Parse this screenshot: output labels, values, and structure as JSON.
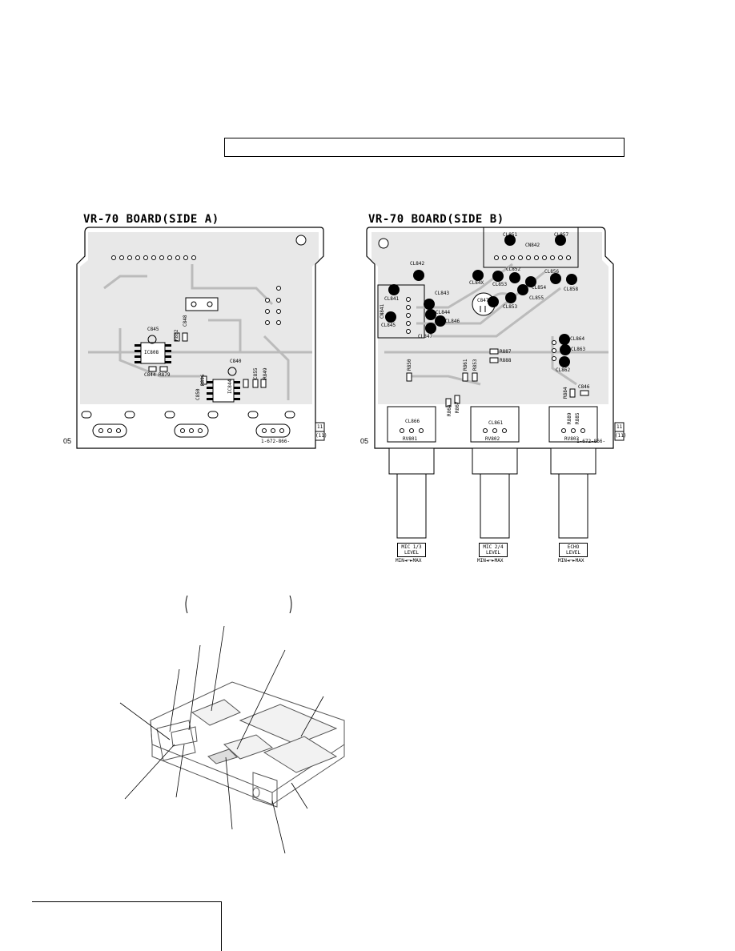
{
  "side_a": {
    "title": "VR-70 BOARD(SIDE A)",
    "page_code": "05",
    "board_number": "1-672-866-",
    "tag_top": "11",
    "tag_bottom": "(11)",
    "labels": {
      "c845": "C845",
      "c848": "C848",
      "r882": "R882",
      "ic808": "IC808",
      "c844": "C844",
      "r879": "R879",
      "c840": "C840",
      "ic844": "IC844",
      "r896": "R896",
      "c850": "C850",
      "c855": "C855",
      "r849": "R849"
    }
  },
  "side_b": {
    "title": "VR-70 BOARD(SIDE B)",
    "page_code": "05",
    "board_number": "1-672-866-",
    "tag_top": "11",
    "tag_bottom": "(11)",
    "labels": {
      "cl851": "CL851",
      "cl857": "CL857",
      "cn842": "CN842",
      "cl842": "CL842",
      "cl841": "CL841",
      "cl84x": "CL84X",
      "cl852": "CL852",
      "cl853": "CL853",
      "cl854": "CL854",
      "cl855": "CL855",
      "cl856": "CL856",
      "cl858": "CL858",
      "cl843": "CL843",
      "cl844": "CL844",
      "cl845": "CL845",
      "cl846": "CL846",
      "cl847": "CL847",
      "cl853b": "CL853",
      "c847": "C847",
      "cn841": "CN841",
      "r887": "R887",
      "r888": "R888",
      "cl864": "CL864",
      "cl863": "CL863",
      "cl862": "CL862",
      "r850": "R850",
      "r861": "R861",
      "r853": "R853",
      "r884": "R884",
      "c846": "C846",
      "r864": "R864",
      "r867": "R867",
      "r889": "R889",
      "r885": "R885",
      "cl866": "CL866",
      "cl861": "CL861",
      "rv801": "RV801",
      "rv802": "RV802",
      "rv803": "RV803"
    },
    "knobs": [
      {
        "line1": "MIC 1/3",
        "line2": "LEVEL",
        "range": "MIN◄─►MAX"
      },
      {
        "line1": "MIC 2/4",
        "line2": "LEVEL",
        "range": "MIN◄─►MAX"
      },
      {
        "line1": "ECHO",
        "line2": "LEVEL",
        "range": "MIN◄─►MAX"
      }
    ]
  }
}
